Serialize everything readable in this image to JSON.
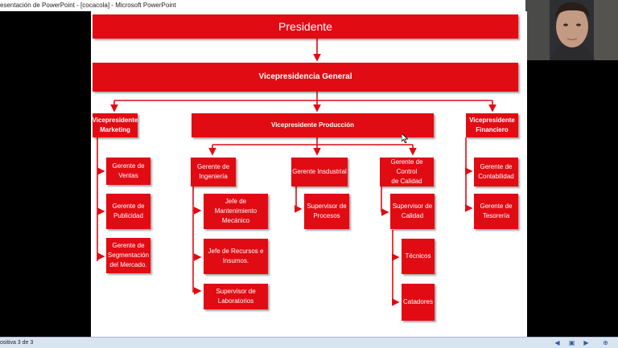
{
  "window": {
    "title": "esentación de PowerPoint - [cocacola] - Microsoft PowerPoint"
  },
  "status": {
    "slide_position": "ositiva 3 de 3"
  },
  "org": {
    "presidente": "Presidente",
    "vp_general": "Vicepresidencia General",
    "vp_marketing": "Vicepresidente\nMarketing",
    "vp_produccion": "Vicepresidente Producción",
    "vp_financiero": "Vicepresidente\nFinanciero",
    "gerente_ventas": "Gerente de\nVentas",
    "gerente_publicidad": "Gerente de\nPublicidad",
    "gerente_segmentacion": "Gerente de\nSegmentación\ndel Mercado.",
    "gerente_ingenieria": "Gerente de\nIngeniería",
    "gerente_industrial": "Gerente Insdustrial",
    "gerente_control_calidad": "Gerente de Control\nde Calidad",
    "gerente_contabilidad": "Gerente de\nContabilidad",
    "gerente_tesoreria": "Gerente de\nTesorería",
    "jefe_mantenimiento": "Jefe de Mantenimiento\nMecánico",
    "jefe_recursos": "Jefe de Recursos e\nInsumos.",
    "supervisor_laboratorios": "Supervisor de\nLaboratorios",
    "supervisor_procesos": "Supervisor de\nProcesos",
    "supervisor_calidad": "Supervisor de\nCalidad",
    "tecnicos": "Técnicos",
    "catadores": "Catadores"
  },
  "colors": {
    "box_fill": "#e10b13",
    "connector": "#e10b13"
  },
  "icons": {
    "prev": "arrow-left-icon",
    "next": "arrow-right-icon",
    "zoom": "zoom-icon"
  }
}
